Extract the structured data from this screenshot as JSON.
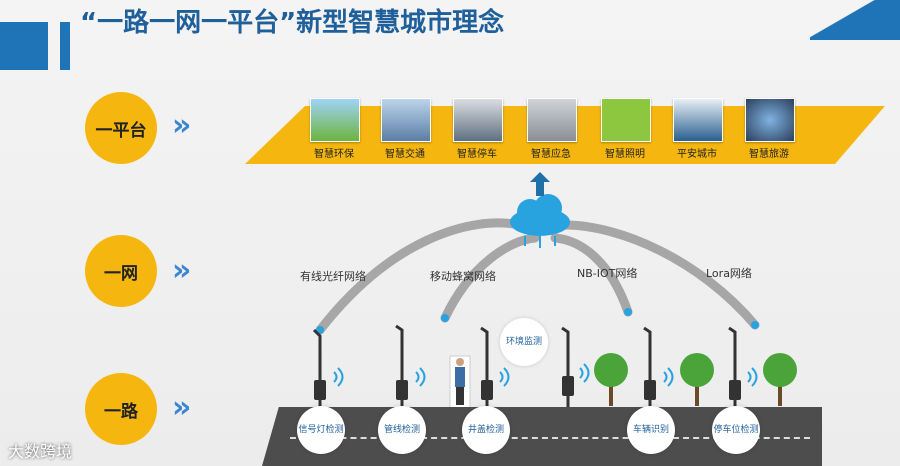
{
  "title": "“一路一网一平台”新型智慧城市理念",
  "rows": [
    {
      "label": "一平台"
    },
    {
      "label": "一网"
    },
    {
      "label": "一路"
    }
  ],
  "chevron": "»",
  "apps": [
    {
      "label": "智慧环保",
      "color": "#6db33f"
    },
    {
      "label": "智慧交通",
      "color": "#5b7ea6"
    },
    {
      "label": "智慧停车",
      "color": "#607080"
    },
    {
      "label": "智慧应急",
      "color": "#8a8f96"
    },
    {
      "label": "智慧照明",
      "color": "#8dc63f"
    },
    {
      "label": "平安城市",
      "color": "#2a5f8f"
    },
    {
      "label": "智慧旅游",
      "color": "#2b3f5c"
    }
  ],
  "networks": [
    {
      "label": "有线光纤网络"
    },
    {
      "label": "移动蜂窝网络"
    },
    {
      "label": "NB-IOT网络"
    },
    {
      "label": "Lora网络"
    }
  ],
  "bubbles": [
    {
      "label": "环境监测"
    },
    {
      "label": "信号灯检测"
    },
    {
      "label": "管线检测"
    },
    {
      "label": "井盖检测"
    },
    {
      "label": "车辆识别"
    },
    {
      "label": "停车位检测"
    }
  ],
  "watermark": "大数跨境",
  "colors": {
    "accent": "#1f73b7",
    "yellow": "#f5b70f",
    "cloud": "#29a3e0",
    "road": "#4d4d4d"
  }
}
